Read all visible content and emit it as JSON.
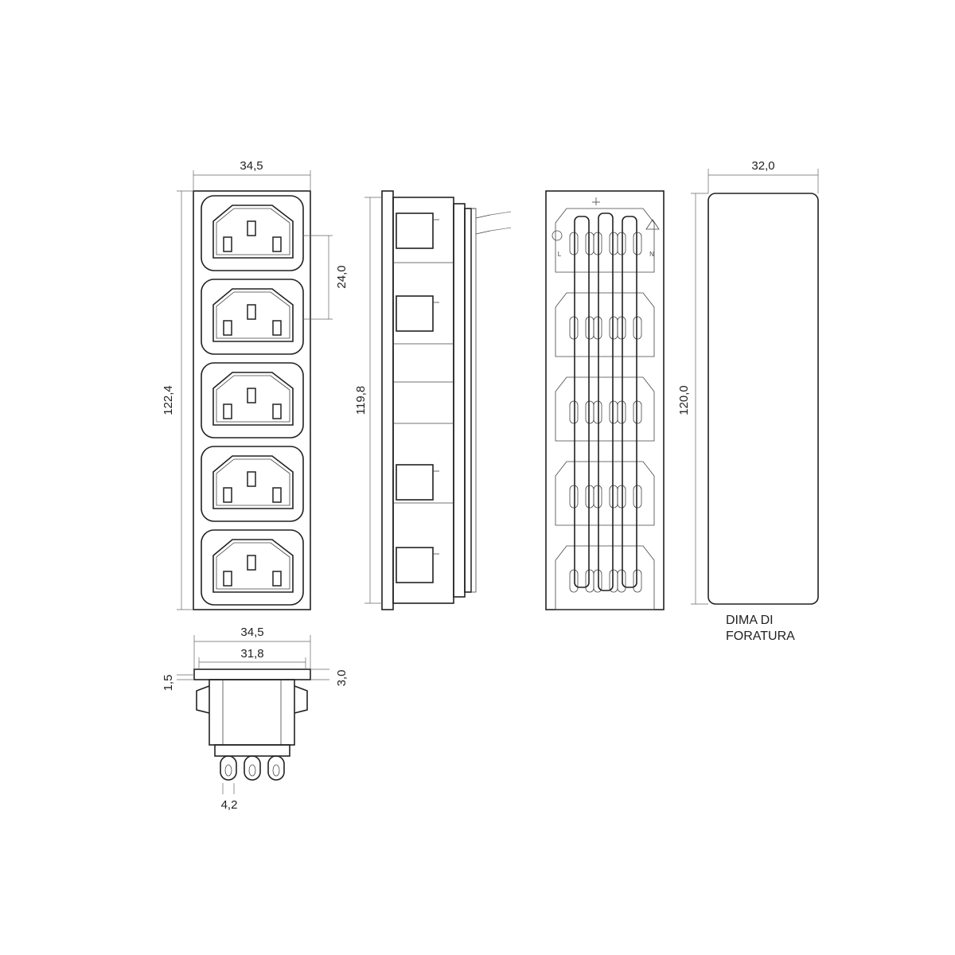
{
  "front_view": {
    "width_label": "34,5",
    "height_label": "122,4",
    "pitch_label": "24,0",
    "outlet_count": 5
  },
  "side_view": {
    "height_label": "119,8"
  },
  "rear_view": {
    "marking_line": "L",
    "marking_neutral": "N"
  },
  "cutout": {
    "width_label": "32,0",
    "height_label": "120,0",
    "caption_line1": "DIMA DI",
    "caption_line2": "FORATURA"
  },
  "bottom_view": {
    "outer_width_label": "34,5",
    "inner_width_label": "31,8",
    "flange_label": "1,5",
    "flange_depth_label": "3,0",
    "terminal_label": "4,2"
  },
  "colors": {
    "line": "#222222",
    "background": "#ffffff"
  }
}
